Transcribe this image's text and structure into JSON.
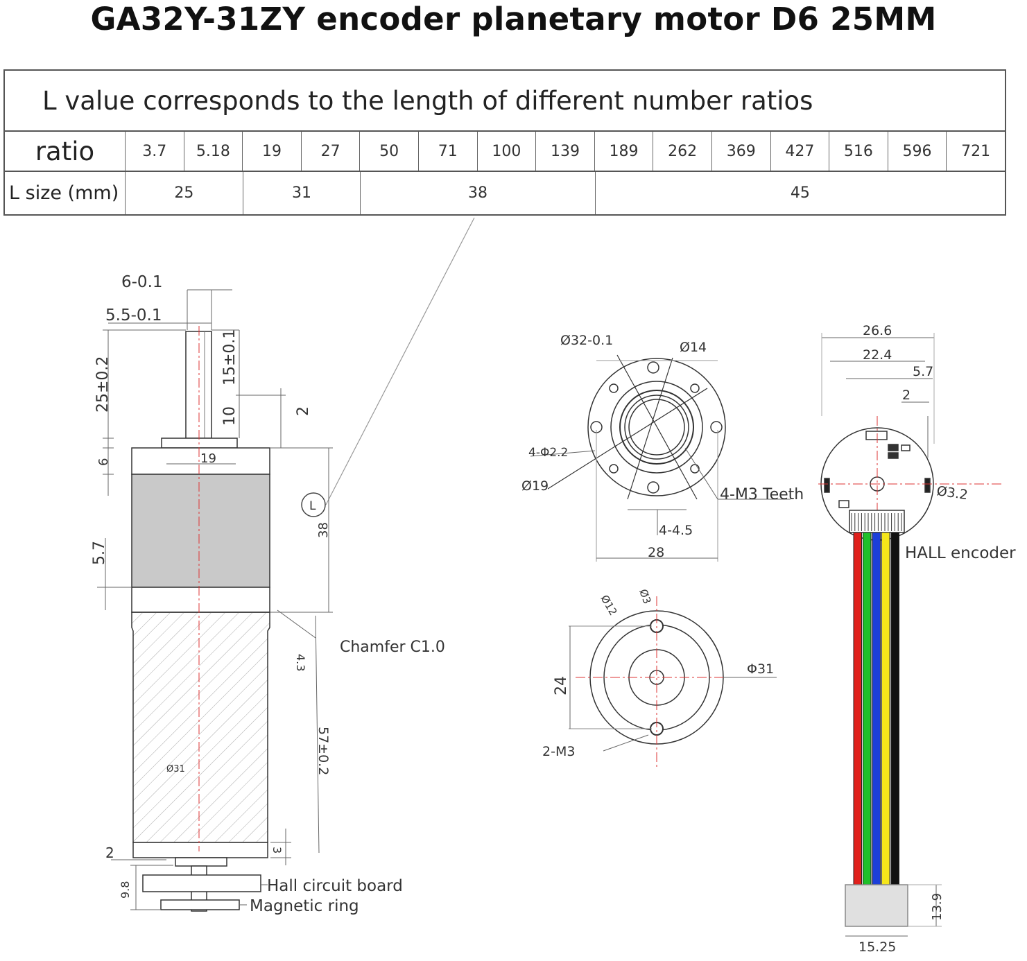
{
  "title": "GA32Y-31ZY encoder planetary motor D6 25MM",
  "table": {
    "caption": "L value corresponds to the length of different number ratios",
    "ratio_label": "ratio",
    "ratios": [
      "3.7",
      "5.18",
      "19",
      "27",
      "50",
      "71",
      "100",
      "139",
      "189",
      "262",
      "369",
      "427",
      "516",
      "596",
      "721"
    ],
    "size_label": "L size (mm)",
    "sizes": [
      {
        "value": "25",
        "span": 2
      },
      {
        "value": "31",
        "span": 2
      },
      {
        "value": "38",
        "span": 4
      },
      {
        "value": "45",
        "span": 7
      }
    ]
  },
  "side_view": {
    "dim_6": "6-0.1",
    "dim_5_5": "5.5-0.1",
    "dim_25": "25±0.2",
    "dim_15": "15±0.1",
    "dim_10": "10",
    "dim_2_top": "2",
    "dim_6_left": "6",
    "dim_19": "19",
    "l_marker": "L",
    "dim_38": "38",
    "dim_5_7": "5.7",
    "chamfer": "Chamfer C1.0",
    "dim_4_3": "4.3",
    "dim_57": "57±0.2",
    "dim_31": "Ø31",
    "dim_2_bottom": "2",
    "dim_3": "3",
    "dim_9_8": "9.8",
    "hall_board": "Hall circuit board",
    "magnetic_ring": "Magnetic ring"
  },
  "front_view": {
    "d32": "Ø32-0.1",
    "d14": "Ø14",
    "holes": "4-Φ2.2",
    "d19": "Ø19",
    "teeth": "4-M3 Teeth",
    "dim_4_5": "4-4.5",
    "dim_28": "28"
  },
  "rear_view": {
    "d12": "Ø12",
    "d3": "Ø3",
    "d31": "Φ31",
    "dim_24": "24",
    "m3": "2-M3"
  },
  "encoder_view": {
    "dim_26_6": "26.6",
    "dim_22_4": "22.4",
    "dim_5_7": "5.7",
    "dim_2": "2",
    "d3_2": "Ø3.2",
    "label": "HALL encoder",
    "dim_13_9": "13.9",
    "dim_15_25": "15.25",
    "wire_colors": [
      "#e0201c",
      "#1fbf2a",
      "#1c3fd8",
      "#f5e61a",
      "#111111"
    ]
  }
}
